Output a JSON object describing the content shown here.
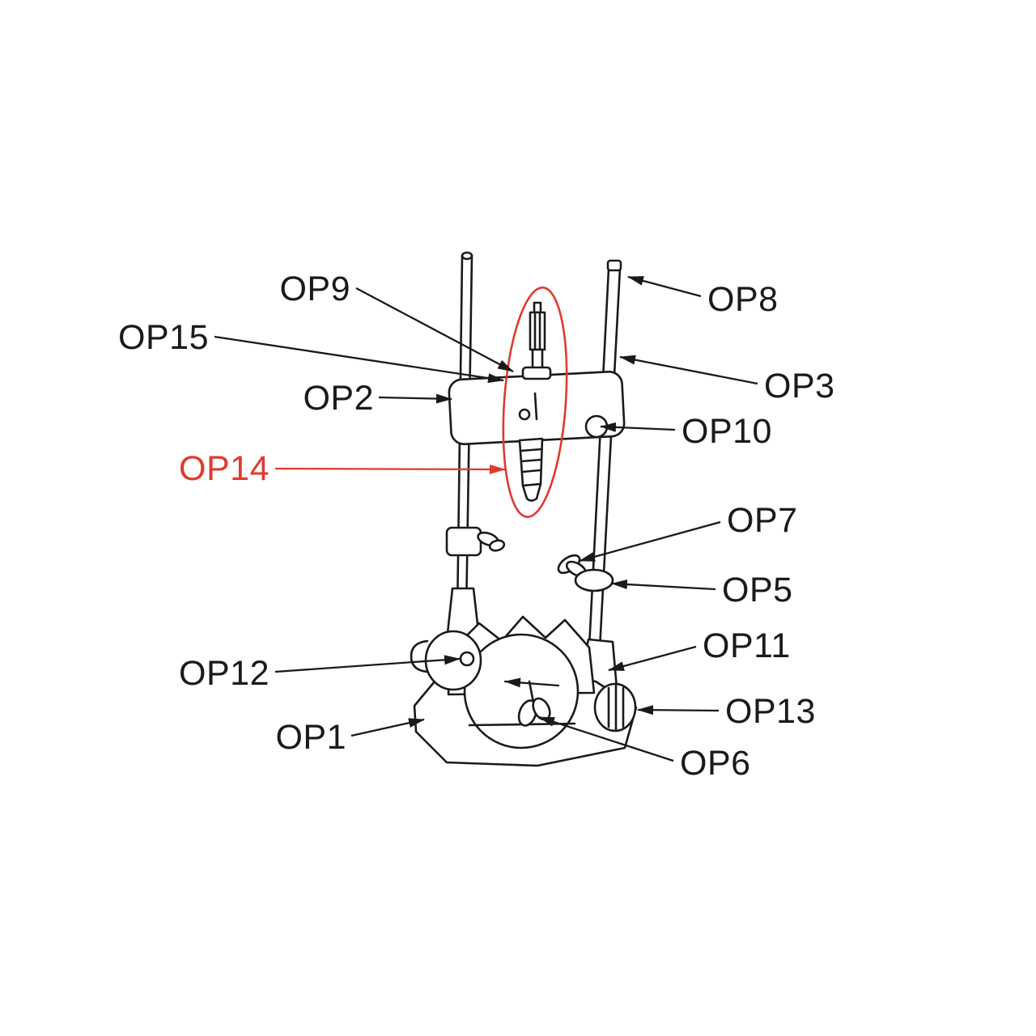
{
  "diagram": {
    "background_color": "#ffffff",
    "line_color": "#1a1a1a",
    "highlight_color": "#e03a2f",
    "labels": {
      "op1": {
        "text": "OP1"
      },
      "op2": {
        "text": "OP2"
      },
      "op3": {
        "text": "OP3"
      },
      "op5": {
        "text": "OP5"
      },
      "op6": {
        "text": "OP6"
      },
      "op7": {
        "text": "OP7"
      },
      "op8": {
        "text": "OP8"
      },
      "op9": {
        "text": "OP9"
      },
      "op10": {
        "text": "OP10"
      },
      "op11": {
        "text": "OP11"
      },
      "op12": {
        "text": "OP12"
      },
      "op13": {
        "text": "OP13"
      },
      "op14": {
        "text": "OP14",
        "color": "#e03a2f",
        "highlighted": true
      },
      "op15": {
        "text": "OP15"
      }
    }
  }
}
